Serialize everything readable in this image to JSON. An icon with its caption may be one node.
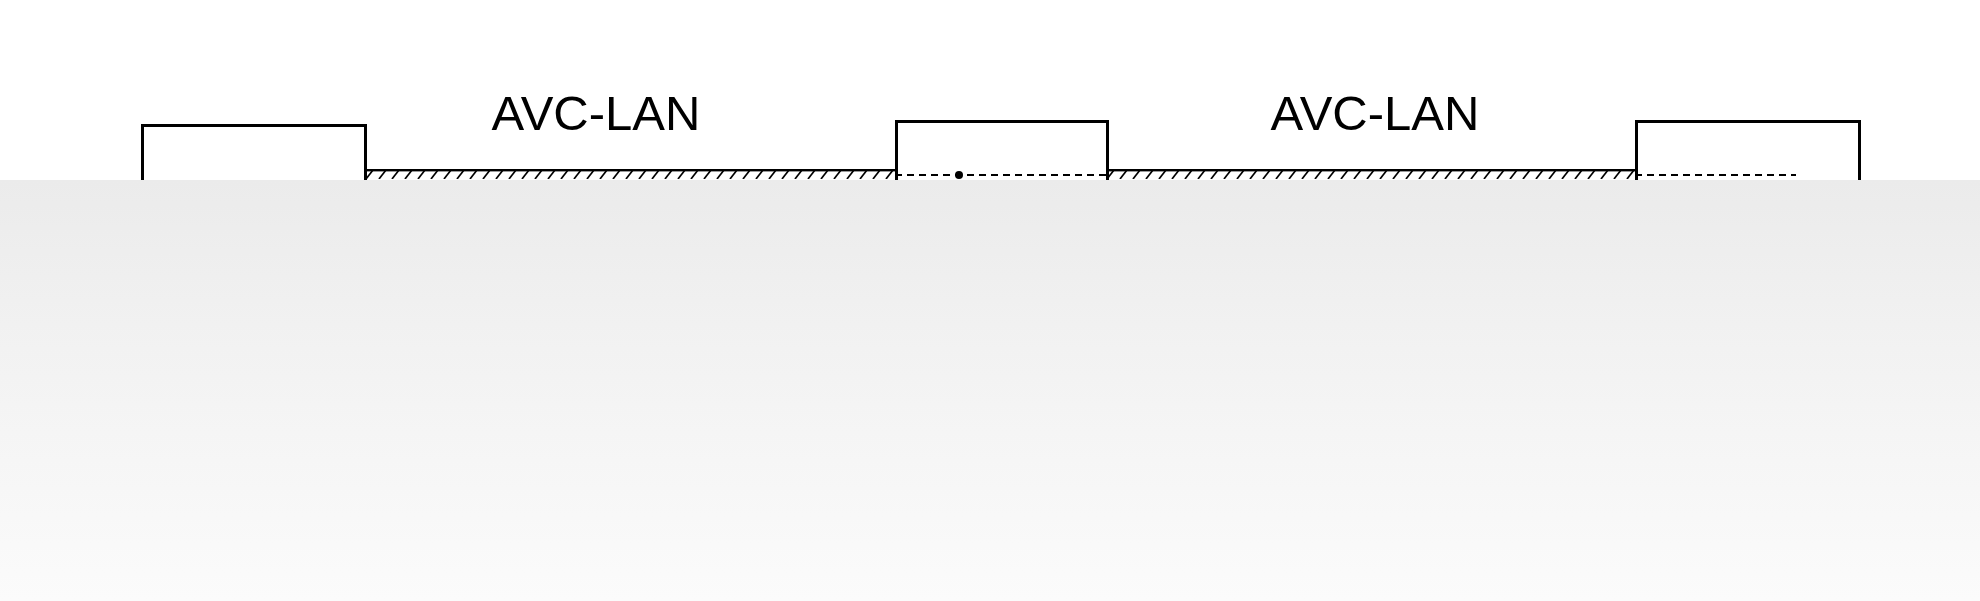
{
  "diagram": {
    "nodes": [
      {
        "text": [],
        "shape": "box"
      },
      {
        "text": [],
        "shape": "box"
      },
      {
        "text": [],
        "shape": "box"
      }
    ],
    "edges": [
      {
        "from": 0,
        "to": 1,
        "arrow": "none",
        "label": "AVC-LAN"
      },
      {
        "from": 1,
        "to": 2,
        "arrow": "none",
        "label": "AVC-LAN"
      }
    ]
  }
}
